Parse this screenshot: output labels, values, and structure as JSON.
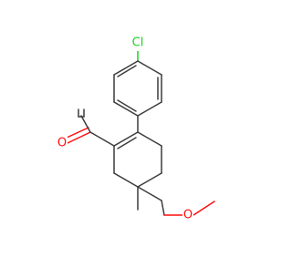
{
  "molecule": {
    "colors": {
      "bond": "#3c3c3c",
      "carbon": "#3c3c3c",
      "oxygen": "#ff0d0d",
      "chlorine": "#1fd01f",
      "background": "#ffffff"
    },
    "labels": {
      "chlorine": "Cl",
      "aldehyde_oxygen": "O",
      "ether_oxygen": "O"
    }
  }
}
